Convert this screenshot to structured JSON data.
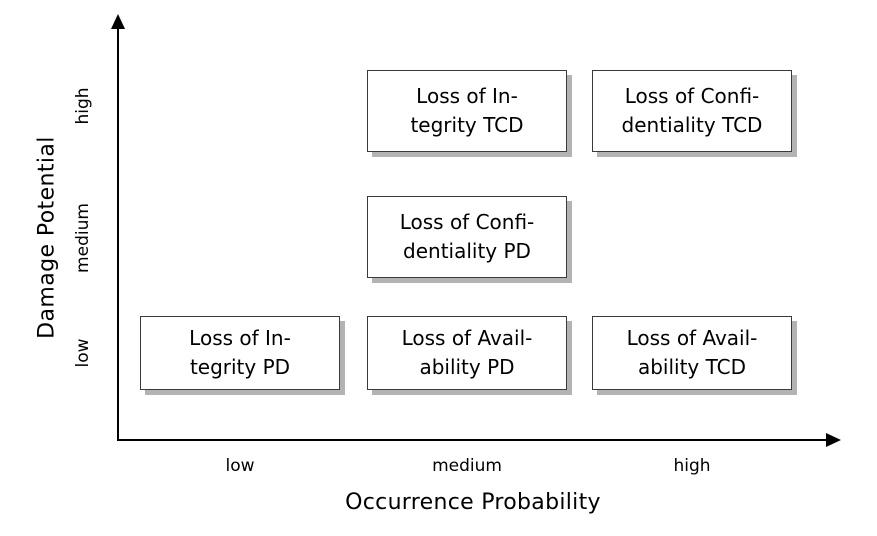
{
  "chart_data": {
    "type": "scatter",
    "title": "",
    "xlabel": "Occurrence Probability",
    "ylabel": "Damage Potential",
    "x_categories": [
      "low",
      "medium",
      "high"
    ],
    "y_categories": [
      "low",
      "medium",
      "high"
    ],
    "grid": false,
    "legend": null,
    "axis_style": "arrow",
    "cells": [
      {
        "id": "loss-of-integrity-tcd",
        "x": "medium",
        "y": "high",
        "line1": "Loss of In-",
        "line2": "tegrity TCD"
      },
      {
        "id": "loss-of-confidentiality-tcd",
        "x": "high",
        "y": "high",
        "line1": "Loss of Confi-",
        "line2": "dentiality TCD"
      },
      {
        "id": "loss-of-confidentiality-pd",
        "x": "medium",
        "y": "medium",
        "line1": "Loss of Confi-",
        "line2": "dentiality PD"
      },
      {
        "id": "loss-of-integrity-pd",
        "x": "low",
        "y": "low",
        "line1": "Loss of In-",
        "line2": "tegrity PD"
      },
      {
        "id": "loss-of-availability-pd",
        "x": "medium",
        "y": "low",
        "line1": "Loss of Avail-",
        "line2": "ability PD"
      },
      {
        "id": "loss-of-availability-tcd",
        "x": "high",
        "y": "low",
        "line1": "Loss of Avail-",
        "line2": "ability TCD"
      }
    ],
    "colors": {
      "axis": "#000000",
      "cell_border": "#3a3a3a",
      "cell_fill": "#ffffff",
      "cell_shadow": "#b3b3b3",
      "text": "#000000",
      "background": "#ffffff"
    }
  }
}
